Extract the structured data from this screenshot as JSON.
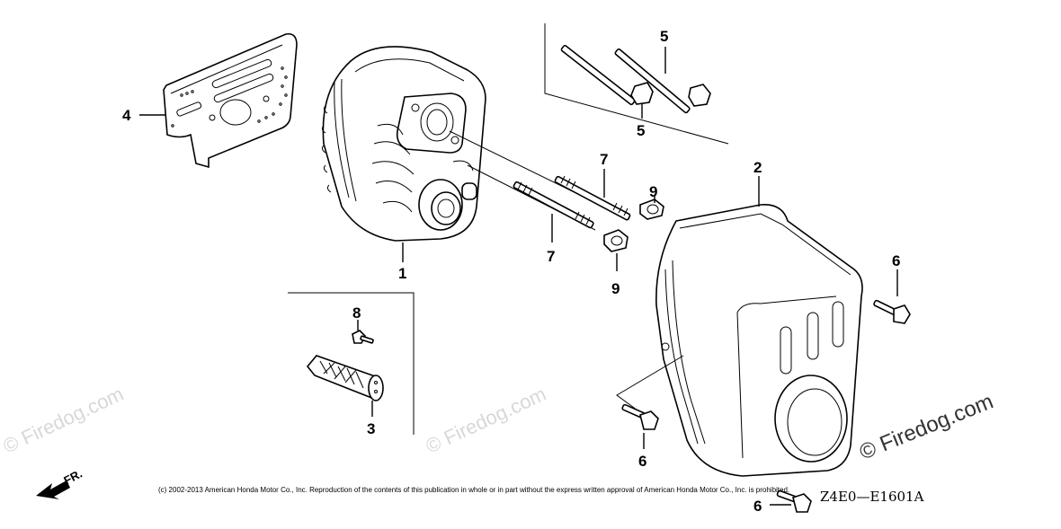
{
  "diagram": {
    "callouts": [
      {
        "id": "c1",
        "label": "1"
      },
      {
        "id": "c2",
        "label": "2"
      },
      {
        "id": "c3",
        "label": "3"
      },
      {
        "id": "c4",
        "label": "4"
      },
      {
        "id": "c5a",
        "label": "5"
      },
      {
        "id": "c5b",
        "label": "5"
      },
      {
        "id": "c6a",
        "label": "6"
      },
      {
        "id": "c6b",
        "label": "6"
      },
      {
        "id": "c6c",
        "label": "6"
      },
      {
        "id": "c7a",
        "label": "7"
      },
      {
        "id": "c7b",
        "label": "7"
      },
      {
        "id": "c8",
        "label": "8"
      },
      {
        "id": "c9a",
        "label": "9"
      },
      {
        "id": "c9b",
        "label": "9"
      }
    ],
    "diagram_code": "Z4E0—E1601A",
    "front_label": "FR.",
    "copyright": "(c) 2002-2013 American Honda Motor Co., Inc. Reproduction of the contents of this publication in whole or in part without the express written approval of American Honda Motor Co., Inc. is prohibited.",
    "watermarks": {
      "main": "© Firedog.com",
      "faint_left": "© Firedog.com",
      "faint_center": "© Firedog.com"
    }
  }
}
